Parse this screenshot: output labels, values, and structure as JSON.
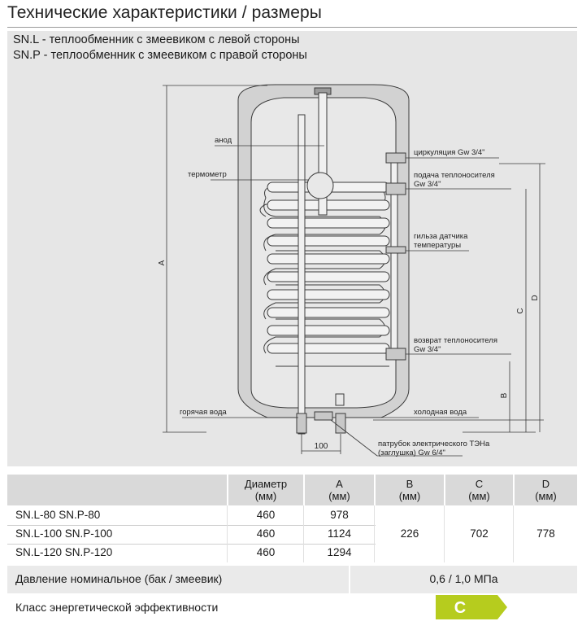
{
  "page": {
    "title": "Технические характеристики / размеры"
  },
  "diagram": {
    "subtitle_left": "SN.L - теплообменник с змеевиком с левой стороны",
    "subtitle_right": "SN.P - теплообменник с змеевиком с правой стороны",
    "labels": {
      "anode": "анод",
      "thermometer": "термометр",
      "hot_water": "горячая вода",
      "circulation": "циркуляция Gw 3/4\"",
      "supply_line1": "подача теплоносителя",
      "supply_line2": "Gw 3/4\"",
      "sensor_line1": "гильза датчика",
      "sensor_line2": "температуры",
      "return_line1": "возврат теплоносителя",
      "return_line2": "Gw 3/4\"",
      "cold_water": "холодная вода",
      "heater_line1": "патрубок электрического ТЭНа",
      "heater_line2": "(заглушка) Gw 6/4\""
    },
    "dimensions": {
      "a": "A",
      "b": "B",
      "c": "C",
      "d": "D",
      "width_100": "100"
    }
  },
  "table": {
    "headers": {
      "diameter_l1": "Диаметр",
      "diameter_l2": "(мм)",
      "a_l1": "A",
      "a_l2": "(мм)",
      "b_l1": "B",
      "b_l2": "(мм)",
      "c_l1": "C",
      "c_l2": "(мм)",
      "d_l1": "D",
      "d_l2": "(мм)"
    },
    "rows": [
      {
        "model": "SN.L-80  SN.P-80",
        "diameter": "460",
        "a": "978"
      },
      {
        "model": "SN.L-100 SN.P-100",
        "diameter": "460",
        "a": "1124"
      },
      {
        "model": "SN.L-120 SN.P-120",
        "diameter": "460",
        "a": "1294"
      }
    ],
    "shared": {
      "b": "226",
      "c": "702",
      "d": "778"
    },
    "pressure_label": "Давление номинальное (бак / змеевик)",
    "pressure_value": "0,6 / 1,0 МПа",
    "energy_label": "Класс энергетической эффективности",
    "energy_class": "C",
    "energy_color": "#b6cc1e"
  },
  "colors": {
    "panel": "#e6e6e6",
    "tank_fill": "#d4d4d4",
    "line": "#3a3a3a",
    "table_header": "#d9d9d9"
  }
}
